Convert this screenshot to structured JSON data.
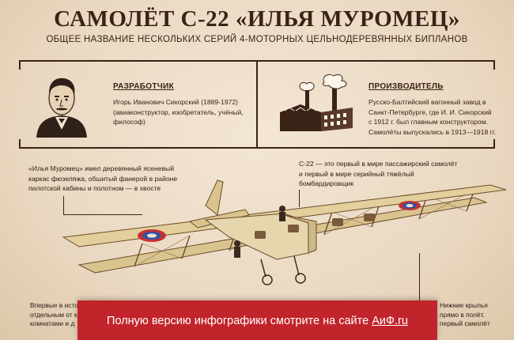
{
  "header": {
    "title": "САМОЛЁТ С-22 «ИЛЬЯ МУРОМЕЦ»",
    "subtitle": "ОБЩЕЕ НАЗВАНИЕ НЕСКОЛЬКИХ СЕРИЙ 4-МОТОРНЫХ ЦЕЛЬНОДЕРЕВЯННЫХ БИПЛАНОВ"
  },
  "developer": {
    "heading": "РАЗРАБОТЧИК",
    "lines": [
      "Игорь Иванович Сикорский (1889-1972)",
      "(авиаконструктор, изобретатель, учёный,",
      "философ)"
    ],
    "icon": "portrait-icon"
  },
  "manufacturer": {
    "heading": "ПРОИЗВОДИТЕЛЬ",
    "lines": [
      "Русско-Балтийский вагонный завод в",
      "Санкт-Петербурге, где И. И. Сикорский",
      "с 1912 г. был главным конструктором.",
      "Самолёты выпускались в 1913—1918 гг."
    ],
    "icon": "factory-icon"
  },
  "notes": {
    "fuselage": [
      "«Илья Муромец» имел деревянный ясеневый",
      "каркас фюзеляжа, обшитый фанерой в районе",
      "пилотской кабины и полотном — в хвосте"
    ],
    "first": [
      "С-22 — это первый в мире пассажирский самолёт",
      "и первый в мире серийный тяжёлый",
      "бомбардировщик"
    ],
    "bottom_left": [
      "Впервые в исто",
      "отдельным от к",
      "комнатами и д"
    ],
    "bottom_right": [
      "Нижние крылья",
      "прямо в полёт.",
      "первый самолёт"
    ]
  },
  "banner": {
    "text": "Полную версию инфографики смотрите на сайте ",
    "link": "АиФ.ru",
    "color": "#c2242b"
  },
  "colors": {
    "ink": "#3a2217",
    "paper": "#efe1cc",
    "wing": "#d9c48f",
    "roundel_red": "#c9312f",
    "roundel_blue": "#3b4f9e"
  }
}
